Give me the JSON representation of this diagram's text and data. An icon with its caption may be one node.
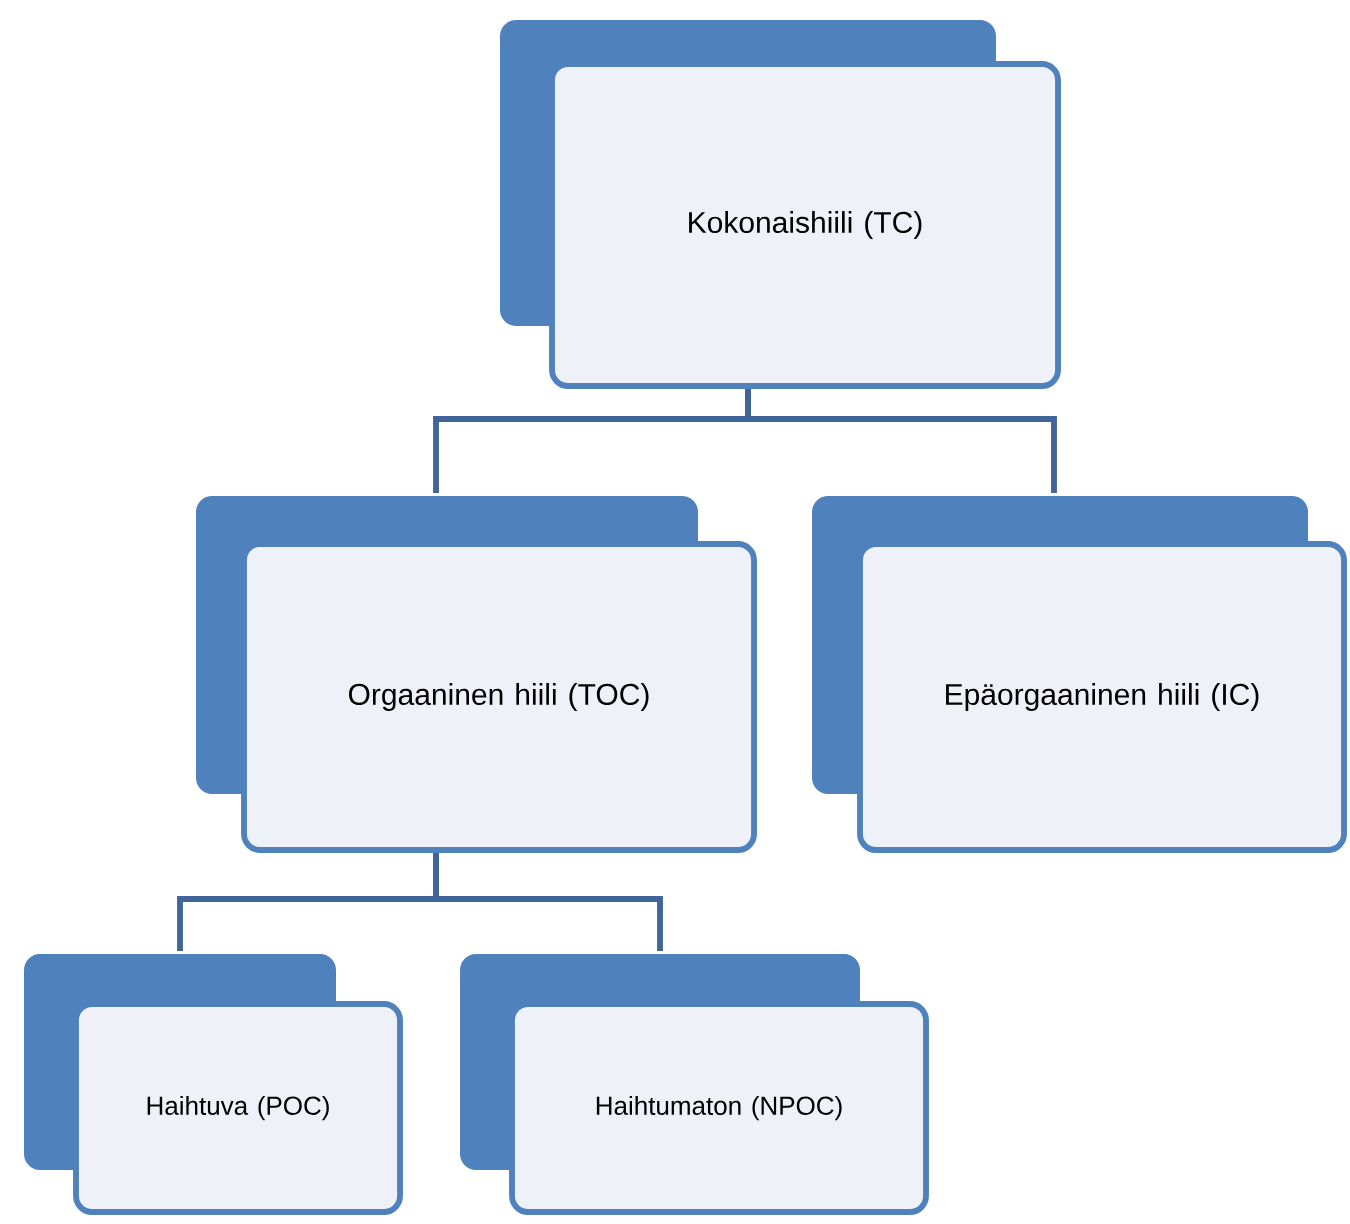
{
  "diagram": {
    "nodes": [
      {
        "text": [
          "Kokonaishiili (TC)"
        ]
      },
      {
        "text": [
          "Orgaaninen hiili (TOC)"
        ]
      },
      {
        "text": [
          "Epäorgaaninen hiili (IC)"
        ]
      },
      {
        "text": [
          "Haihtuva (POC)"
        ]
      },
      {
        "text": [
          "Haihtumaton (NPOC)"
        ]
      }
    ],
    "edges": [
      {
        "from": 0,
        "to": 1,
        "arrow": "none"
      },
      {
        "from": 0,
        "to": 2,
        "arrow": "none"
      },
      {
        "from": 1,
        "to": 3,
        "arrow": "none"
      },
      {
        "from": 1,
        "to": 4,
        "arrow": "none"
      }
    ]
  }
}
